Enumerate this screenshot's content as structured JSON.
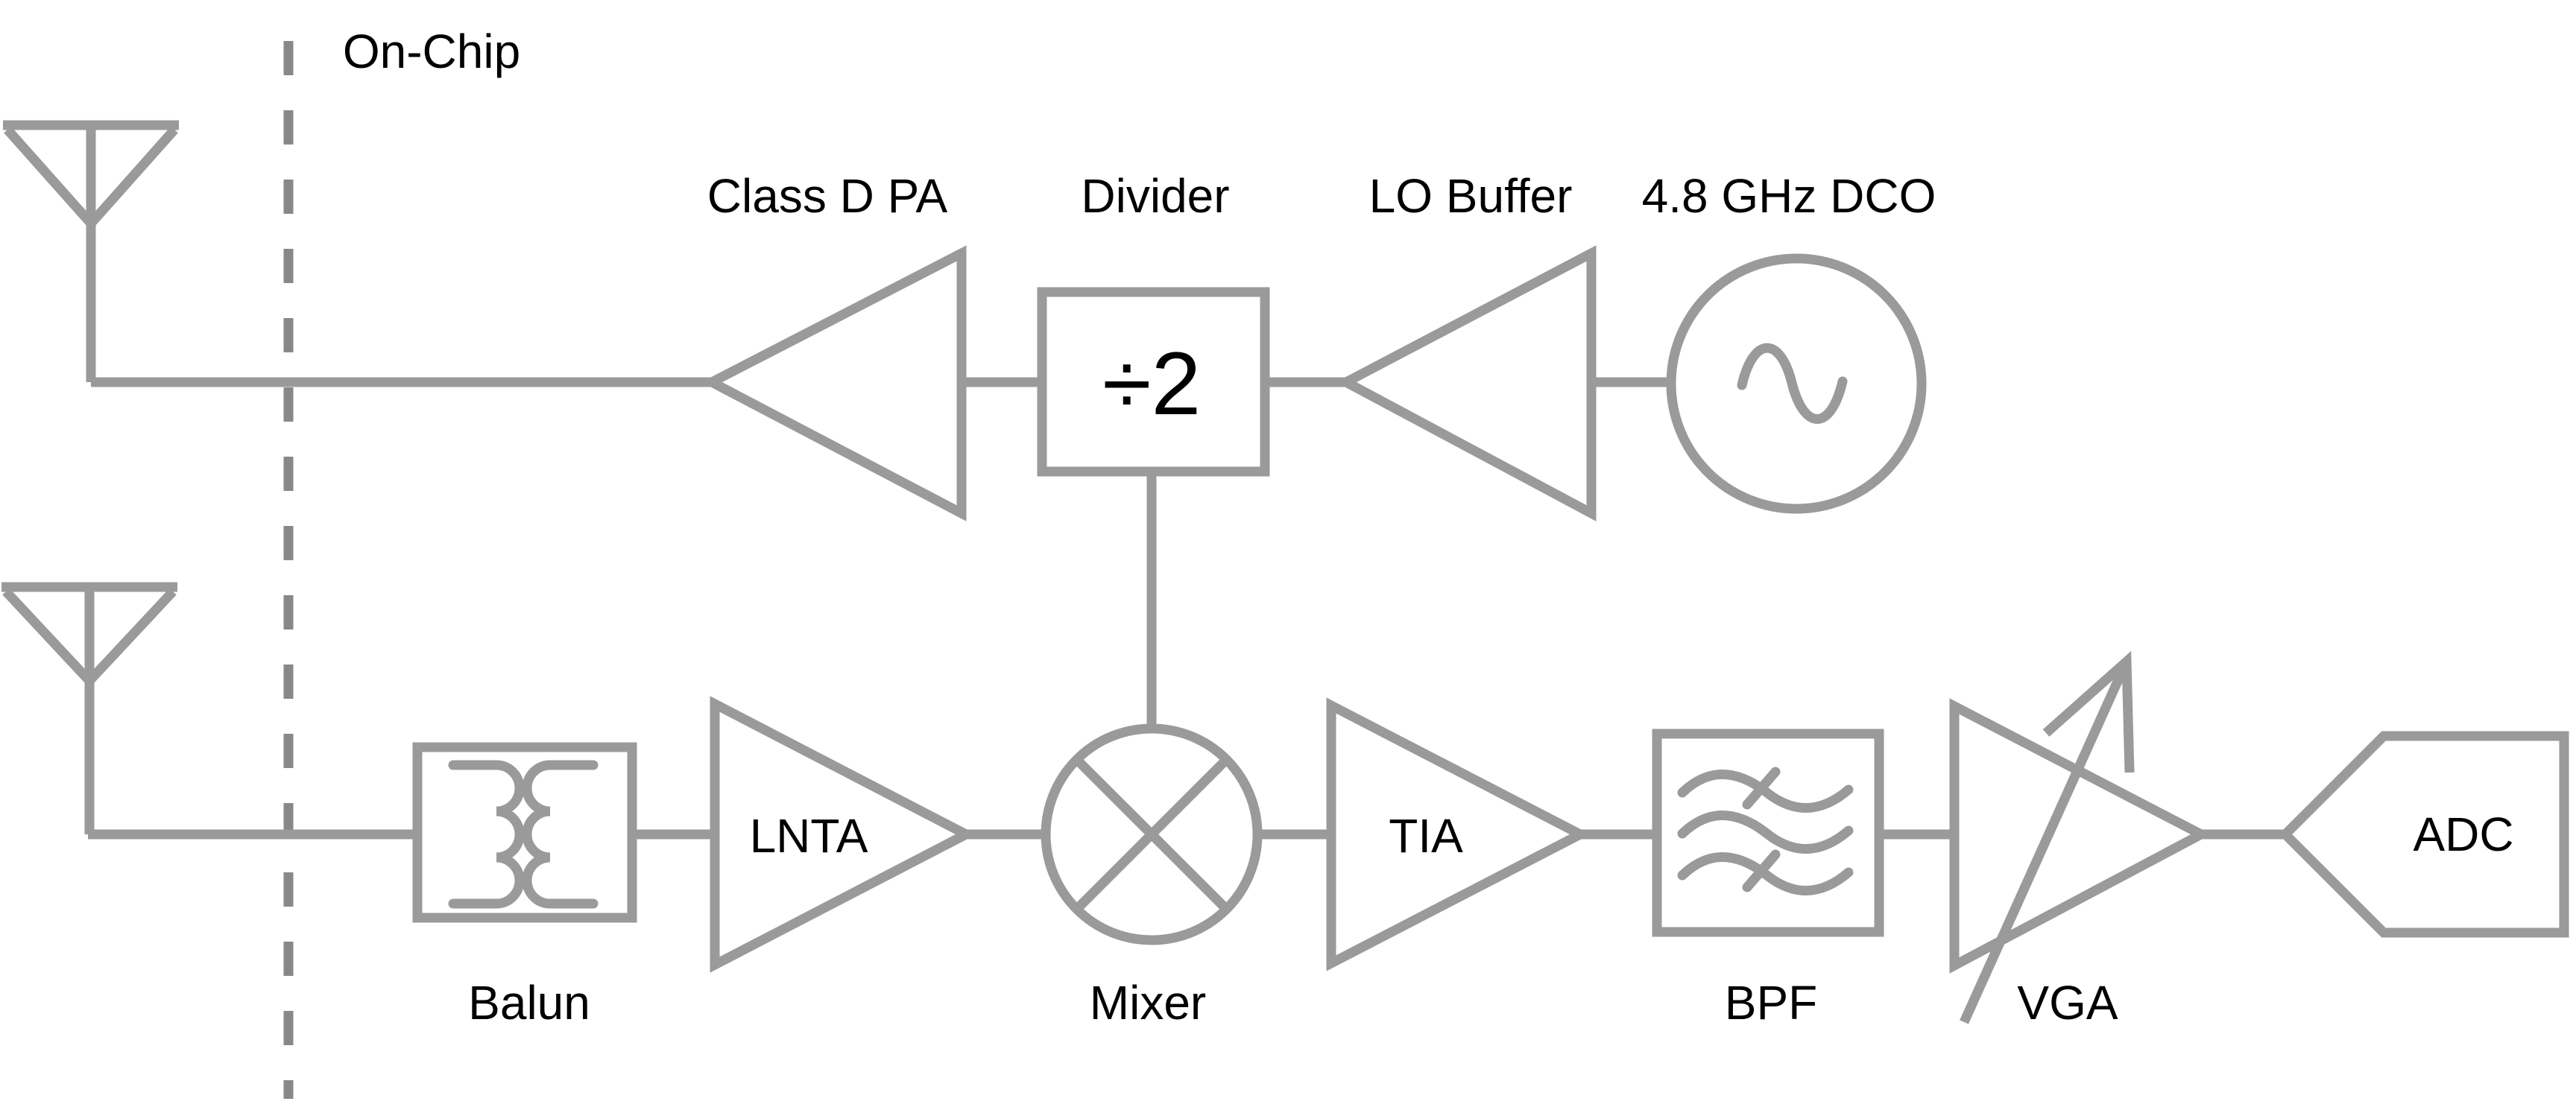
{
  "diagram": {
    "on_chip_label": "On-Chip",
    "colors": {
      "line": "#9a9a9a",
      "boundary": "#888888",
      "text": "#000000"
    },
    "blocks": {
      "pa": {
        "label": "Class D PA"
      },
      "divider": {
        "label": "Divider",
        "symbol": "÷2"
      },
      "lo_buffer": {
        "label": "LO Buffer"
      },
      "dco": {
        "label": "4.8 GHz DCO"
      },
      "balun": {
        "label": "Balun"
      },
      "lnta": {
        "label": "LNTA"
      },
      "mixer": {
        "label": "Mixer"
      },
      "tia": {
        "label": "TIA"
      },
      "bpf": {
        "label": "BPF"
      },
      "vga": {
        "label": "VGA"
      },
      "adc": {
        "label": "ADC"
      }
    }
  }
}
